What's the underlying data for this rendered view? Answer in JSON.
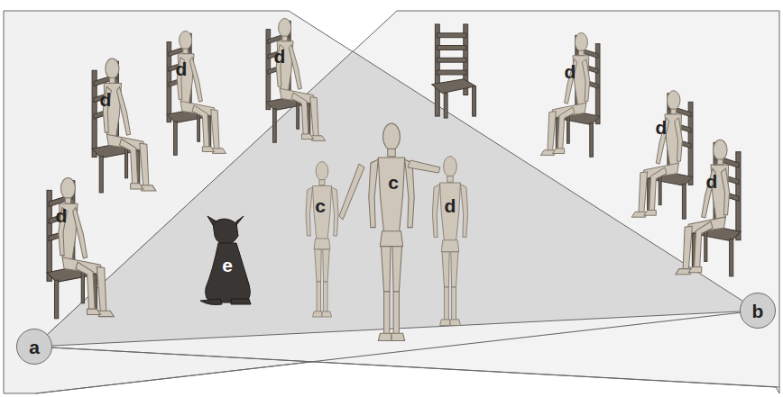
{
  "diagram": {
    "nodes": [
      {
        "text": [
          "a"
        ]
      },
      {
        "text": [
          "b"
        ]
      }
    ],
    "labels": [
      "d",
      "d",
      "d",
      "d",
      "d",
      "c",
      "d",
      "c",
      "d",
      "d",
      "e"
    ]
  }
}
